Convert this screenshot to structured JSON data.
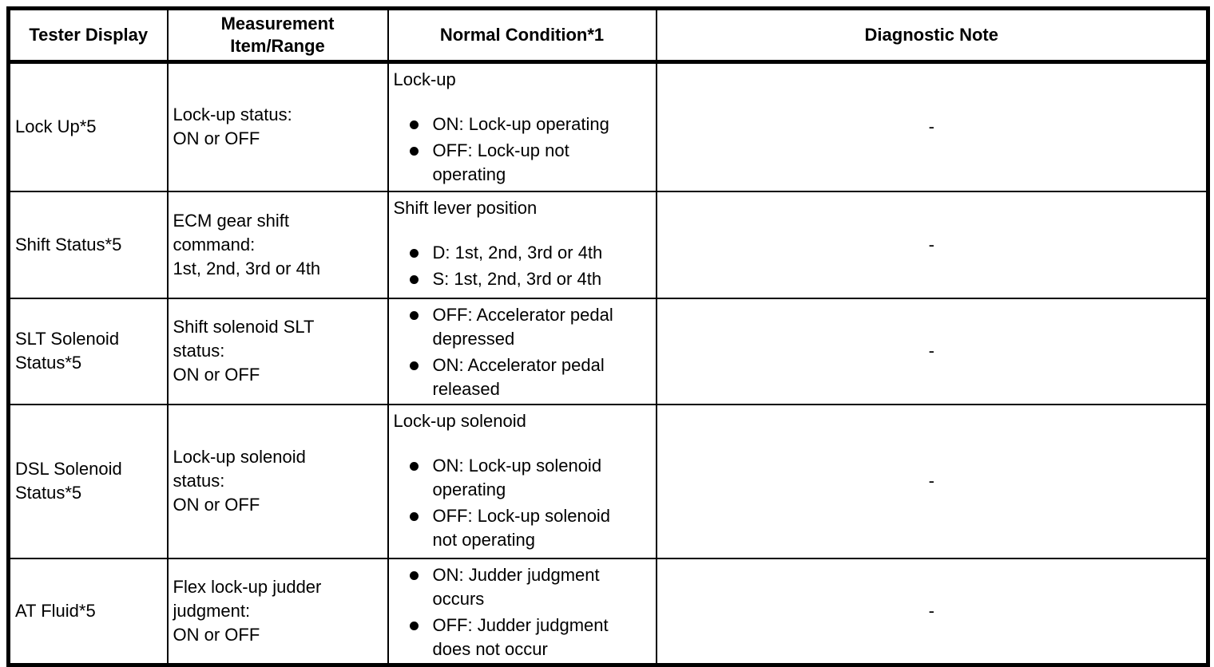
{
  "table": {
    "headers": {
      "tester_display": "Tester Display",
      "measurement": "Measurement\nItem/Range",
      "normal_condition": "Normal Condition*1",
      "diagnostic_note": "Diagnostic Note"
    },
    "rows": [
      {
        "tester_display": "Lock Up*5",
        "measurement": "Lock-up status:\nON or OFF",
        "normal_intro": "Lock-up",
        "bullets": [
          "ON: Lock-up operating",
          "OFF: Lock-up not\noperating"
        ],
        "diagnostic_note": "-"
      },
      {
        "tester_display": "Shift Status*5",
        "measurement": "ECM gear shift\ncommand:\n1st, 2nd, 3rd or 4th",
        "normal_intro": "Shift lever position",
        "bullets": [
          "D: 1st, 2nd, 3rd or 4th",
          "S: 1st, 2nd, 3rd or 4th"
        ],
        "diagnostic_note": "-"
      },
      {
        "tester_display": "SLT Solenoid\nStatus*5",
        "measurement": "Shift solenoid SLT\nstatus:\nON or OFF",
        "normal_intro": "",
        "bullets": [
          "OFF: Accelerator pedal\ndepressed",
          "ON: Accelerator pedal\nreleased"
        ],
        "diagnostic_note": "-"
      },
      {
        "tester_display": "DSL Solenoid\nStatus*5",
        "measurement": "Lock-up solenoid\nstatus:\nON or OFF",
        "normal_intro": "Lock-up solenoid",
        "bullets": [
          "ON: Lock-up solenoid\noperating",
          "OFF: Lock-up solenoid\nnot operating"
        ],
        "diagnostic_note": "-"
      },
      {
        "tester_display": "AT Fluid*5",
        "measurement": "Flex lock-up judder\njudgment:\nON or OFF",
        "normal_intro": "",
        "bullets": [
          "ON: Judder judgment\noccurs",
          "OFF: Judder judgment\ndoes not occur"
        ],
        "diagnostic_note": "-"
      }
    ]
  }
}
